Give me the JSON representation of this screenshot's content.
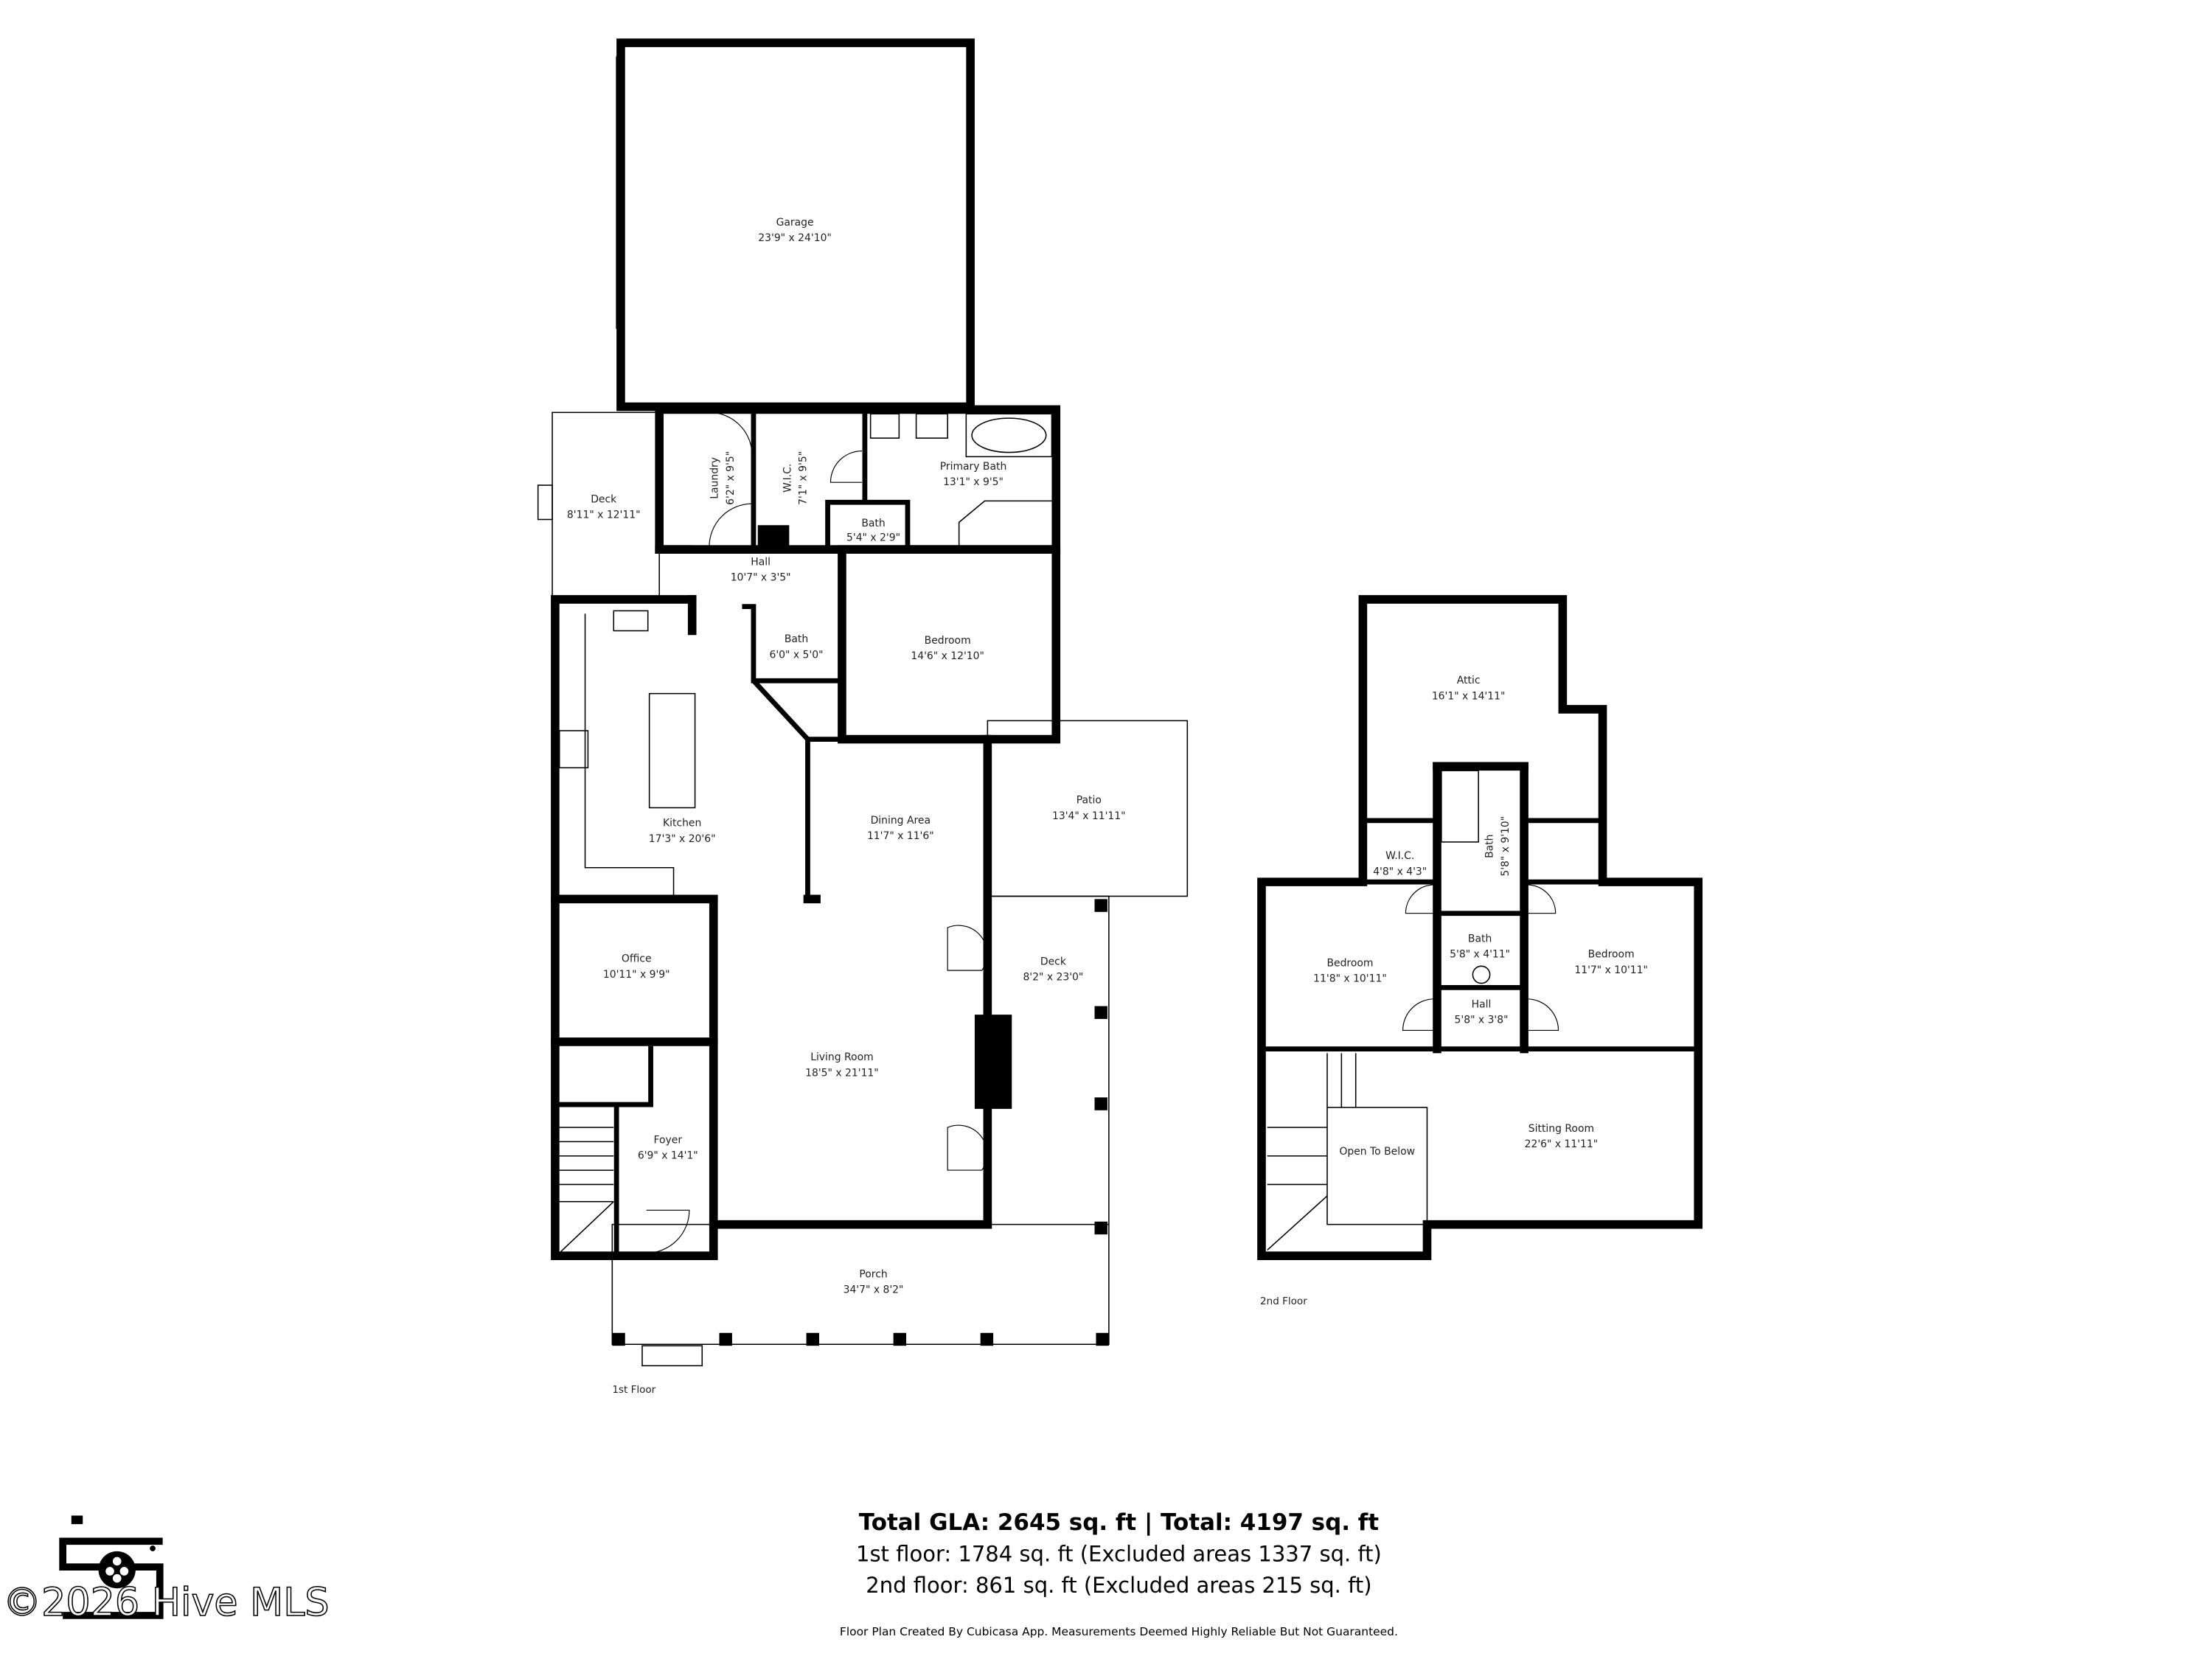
{
  "first_floor": {
    "label": "1st Floor",
    "rooms": [
      {
        "name": "Garage",
        "dims": "23'9\" x 24'10\""
      },
      {
        "name": "Deck",
        "dims": "8'11\" x 12'11\""
      },
      {
        "name": "Laundry",
        "dims": "6'2\" x 9'5\""
      },
      {
        "name": "W.I.C.",
        "dims": "7'1\" x 9'5\""
      },
      {
        "name": "Primary Bath",
        "dims": "13'1\" x 9'5\""
      },
      {
        "name": "Bath",
        "dims": "5'4\" x 2'9\""
      },
      {
        "name": "Hall",
        "dims": "10'7\" x 3'5\""
      },
      {
        "name": "Bath",
        "dims": "6'0\" x 5'0\""
      },
      {
        "name": "Bedroom",
        "dims": "14'6\" x 12'10\""
      },
      {
        "name": "Kitchen",
        "dims": "17'3\" x 20'6\""
      },
      {
        "name": "Dining Area",
        "dims": "11'7\" x 11'6\""
      },
      {
        "name": "Patio",
        "dims": "13'4\" x 11'11\""
      },
      {
        "name": "Office",
        "dims": "10'11\" x 9'9\""
      },
      {
        "name": "Deck",
        "dims": "8'2\" x 23'0\""
      },
      {
        "name": "Living Room",
        "dims": "18'5\" x 21'11\""
      },
      {
        "name": "Foyer",
        "dims": "6'9\" x 14'1\""
      },
      {
        "name": "Porch",
        "dims": "34'7\" x 8'2\""
      }
    ]
  },
  "second_floor": {
    "label": "2nd Floor",
    "rooms": [
      {
        "name": "Attic",
        "dims": "16'1\" x 14'11\""
      },
      {
        "name": "W.I.C.",
        "dims": "4'8\" x 4'3\""
      },
      {
        "name": "Bath",
        "dims": "5'8\" x 9'10\""
      },
      {
        "name": "Bedroom",
        "dims": "11'8\" x 10'11\""
      },
      {
        "name": "Bath",
        "dims": "5'8\" x 4'11\""
      },
      {
        "name": "Bedroom",
        "dims": "11'7\" x 10'11\""
      },
      {
        "name": "Hall",
        "dims": "5'8\" x 3'8\""
      },
      {
        "name": "Sitting Room",
        "dims": "22'6\" x 11'11\""
      },
      {
        "name": "Open To Below",
        "dims": ""
      }
    ]
  },
  "summary": {
    "total": "Total GLA: 2645 sq. ft | Total: 4197 sq. ft",
    "first": "1st floor: 1784 sq. ft (Excluded areas 1337 sq. ft)",
    "second": "2nd floor: 861 sq. ft (Excluded areas 215 sq. ft)",
    "disclaimer": "Floor Plan Created By Cubicasa App. Measurements Deemed Highly Reliable But Not Guaranteed."
  },
  "watermark": {
    "text": "©2026 Hive MLS",
    "logo_icon": "camera-reel-logo"
  }
}
